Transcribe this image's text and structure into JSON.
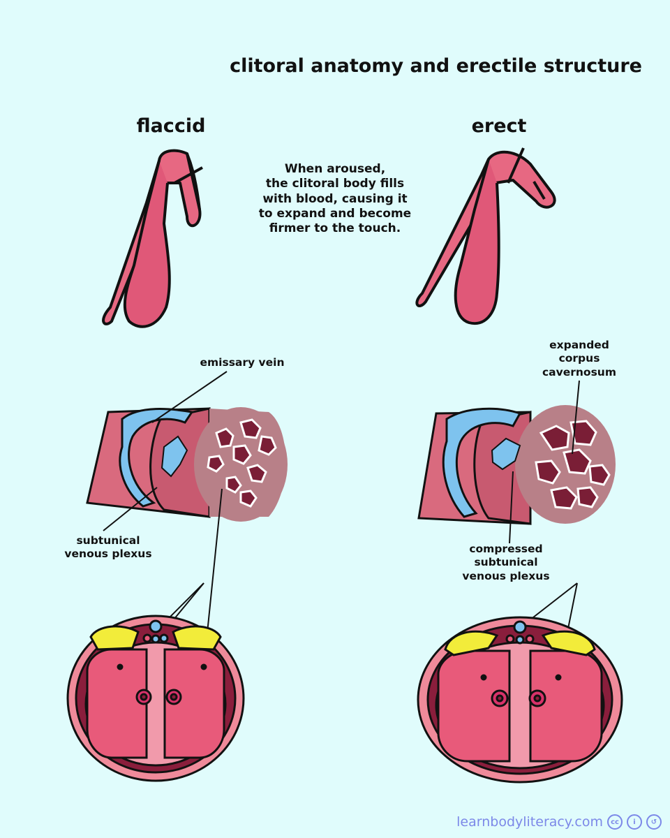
{
  "title": "clitoral anatomy and erectile structure",
  "states": {
    "flaccid": "flaccid",
    "erect": "erect"
  },
  "description": [
    "When aroused,",
    "the clitoral body fills",
    "with blood, causing it",
    "to expand and become",
    "firmer to the touch."
  ],
  "labels": {
    "emissary_vein": "emissary vein",
    "subtunical": [
      "subtunical",
      "venous plexus"
    ],
    "expanded": [
      "expanded",
      "corpus",
      "cavernosum"
    ],
    "compressed": [
      "compressed",
      "subtunical",
      "venous plexus"
    ]
  },
  "colors": {
    "background": "#e0fcfc",
    "tissue": "#e76882",
    "tissue_dark": "#b23a57",
    "vein": "#7ec3ee",
    "fat": "#f2ec3a",
    "cavernous": "#f48fa2",
    "link": "#7c88e8"
  },
  "footer": {
    "site": "learnbodyliteracy.com",
    "license_icons": [
      "cc",
      "by",
      "sa"
    ]
  }
}
